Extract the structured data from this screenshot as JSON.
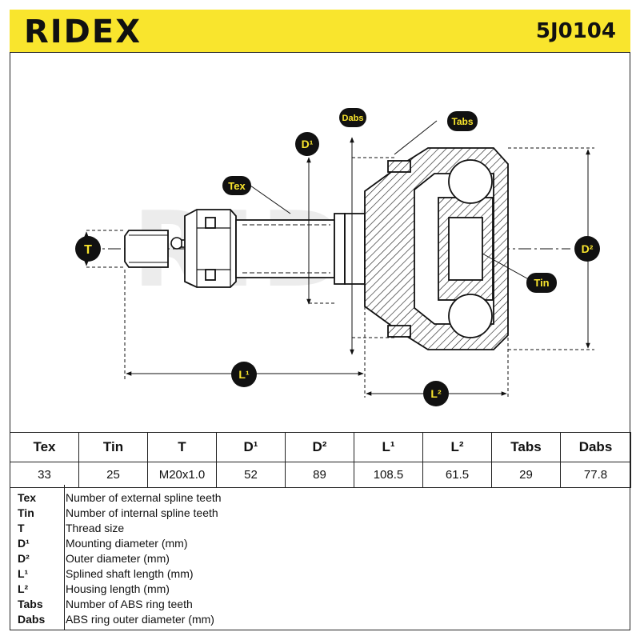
{
  "brand": {
    "logo_text": "RIDEX",
    "part_number": "5J0104",
    "accent": "#f9e52d"
  },
  "diagram": {
    "watermark": "RIDEX",
    "labels": {
      "t": "T",
      "tex": "Tex",
      "d1": "D¹",
      "dabs": "Dabs",
      "tabs": "Tabs",
      "d2": "D²",
      "tin": "Tin",
      "l1": "L¹",
      "l2": "L²"
    }
  },
  "specs": {
    "headers": [
      "Tex",
      "Tin",
      "T",
      "D¹",
      "D²",
      "L¹",
      "L²",
      "Tabs",
      "Dabs"
    ],
    "values": [
      "33",
      "25",
      "M20x1.0",
      "52",
      "89",
      "108.5",
      "61.5",
      "29",
      "77.8"
    ]
  },
  "legend": [
    {
      "key": "Tex",
      "desc": "Number of external spline teeth"
    },
    {
      "key": "Tin",
      "desc": "Number of internal spline teeth"
    },
    {
      "key": "T",
      "desc": "Thread size"
    },
    {
      "key": "D¹",
      "desc": "Mounting diameter (mm)"
    },
    {
      "key": "D²",
      "desc": "Outer diameter (mm)"
    },
    {
      "key": "L¹",
      "desc": "Splined shaft length (mm)"
    },
    {
      "key": "L²",
      "desc": "Housing length (mm)"
    },
    {
      "key": "Tabs",
      "desc": "Number of ABS ring teeth"
    },
    {
      "key": "Dabs",
      "desc": "ABS ring outer diameter (mm)"
    }
  ]
}
